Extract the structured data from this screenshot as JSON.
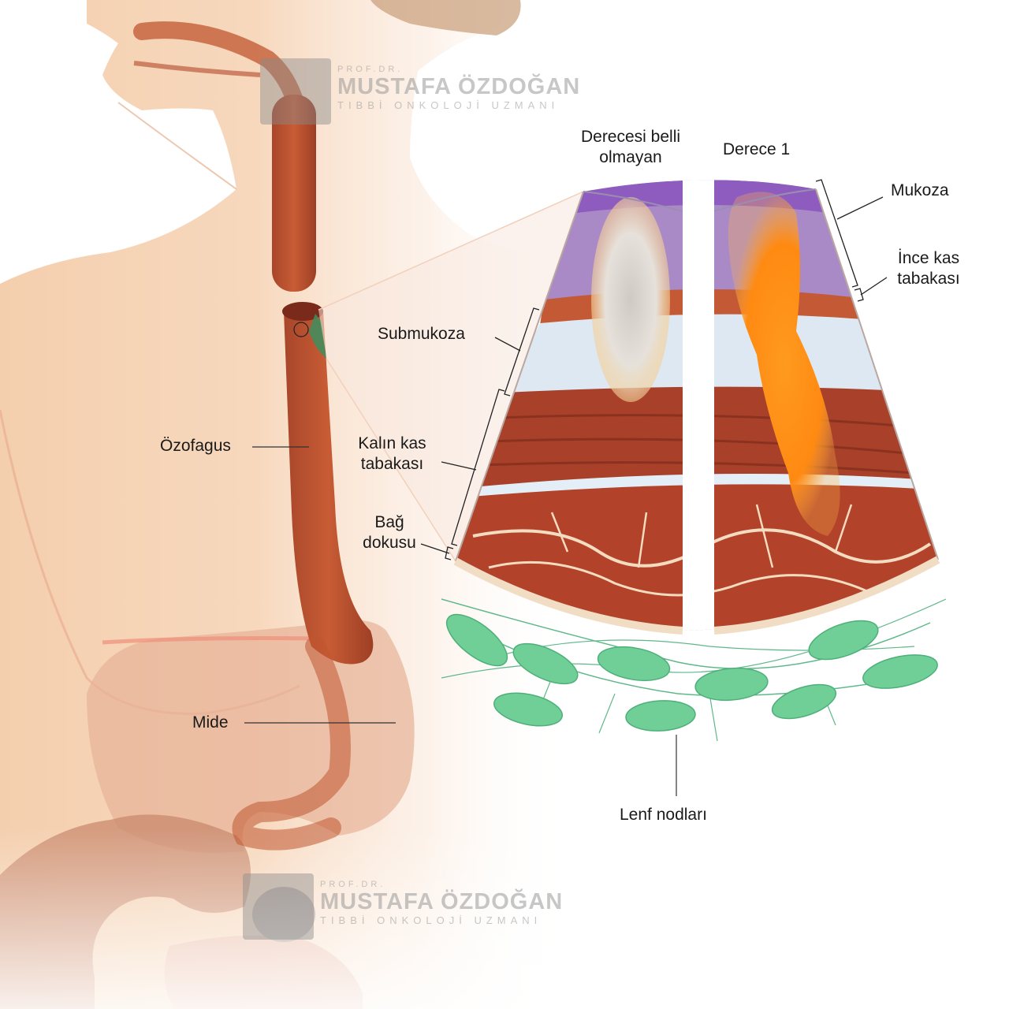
{
  "labels": {
    "esophagus": "Özofagus",
    "stomach": "Mide",
    "undetermined_grade": [
      "Derecesi belli",
      "olmayan"
    ],
    "grade1": "Derece 1",
    "mucosa": "Mukoza",
    "thin_muscle": [
      "İnce kas",
      "tabakası"
    ],
    "submucosa": "Submukoza",
    "thick_muscle": [
      "Kalın kas",
      "tabakası"
    ],
    "connective_tissue": [
      "Bağ",
      "dokusu"
    ],
    "lymph_nodes": "Lenf nodları"
  },
  "watermark": {
    "prefix": "PROF.DR.",
    "name": "MUSTAFA ÖZDOĞAN",
    "title": "TIBBİ ONKOLOJİ UZMANI"
  },
  "colors": {
    "skin": "#f6d3b4",
    "esophagus": "#c0552f",
    "mucosa": "#a98ac7",
    "submucosa": "#dde8f2",
    "muscle": "#a8402a",
    "lymph_node": "#6fcf97",
    "tumor_grade1": "#ff8c1a",
    "tumor_undetermined": "#d9d4cc"
  }
}
